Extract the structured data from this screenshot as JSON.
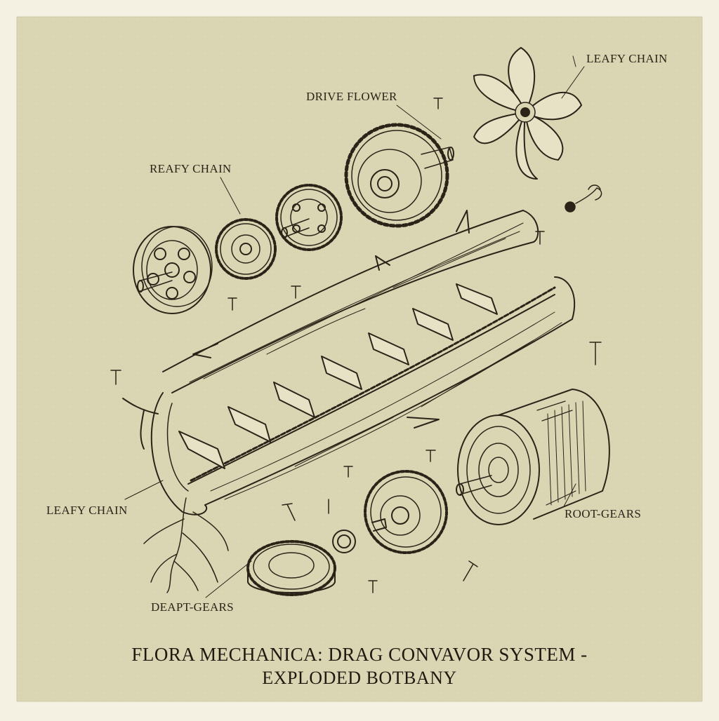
{
  "labels": {
    "leafy_chain_top": "LEAFY CHAIN",
    "drive_flower": "DRIVE FLOWER",
    "reafy_chain": "REAFY CHAIN",
    "leafy_chain_left": "LEAFY CHAIN",
    "root_gears": "ROOT-GEARS",
    "deapt_gears": "DEAPT-GEARS"
  },
  "title": {
    "line1": "FLORA MECHANICA: DRAG CONVAVOR SYSTEM -",
    "line2": "EXPLODED BOTBANY"
  },
  "colors": {
    "paper": "#dad6b4",
    "ink": "#2a2418",
    "frame": "#f4f1e3"
  }
}
